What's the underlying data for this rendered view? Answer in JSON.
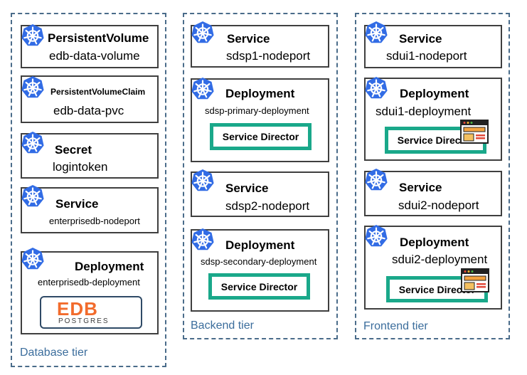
{
  "colors": {
    "tier_border": "#4a6c8a",
    "tier_label": "#3b6d9c",
    "k8s_blue": "#326ce5",
    "service_director_border": "#1aa88a",
    "edb_orange": "#f26b2c",
    "edb_dark": "#3d3d3d"
  },
  "database_tier": {
    "label": "Database tier",
    "pv": {
      "kind": "PersistentVolume",
      "name": "edb-data-volume"
    },
    "pvc": {
      "kind": "PersistentVolumeClaim",
      "name": "edb-data-pvc"
    },
    "secret": {
      "kind": "Secret",
      "name": "logintoken"
    },
    "service": {
      "kind": "Service",
      "name": "enterprisedb-nodeport"
    },
    "deployment": {
      "kind": "Deployment",
      "name": "enterprisedb-deployment"
    },
    "logo": {
      "text_main": "EDB",
      "text_sub": "POSTGRES"
    }
  },
  "backend_tier": {
    "label": "Backend tier",
    "service1": {
      "kind": "Service",
      "name": "sdsp1-nodeport"
    },
    "deployment1": {
      "kind": "Deployment",
      "name": "sdsp-primary-deployment",
      "container": "Service Director"
    },
    "service2": {
      "kind": "Service",
      "name": "sdsp2-nodeport"
    },
    "deployment2": {
      "kind": "Deployment",
      "name": "sdsp-secondary-deployment",
      "container": "Service Director"
    }
  },
  "frontend_tier": {
    "label": "Frontend tier",
    "service1": {
      "kind": "Service",
      "name": "sdui1-nodeport"
    },
    "deployment1": {
      "kind": "Deployment",
      "name": "sdui1-deployment",
      "container": "Service Director"
    },
    "service2": {
      "kind": "Service",
      "name": "sdui2-nodeport"
    },
    "deployment2": {
      "kind": "Deployment",
      "name": "sdui2-deployment",
      "container": "Service Director"
    }
  }
}
